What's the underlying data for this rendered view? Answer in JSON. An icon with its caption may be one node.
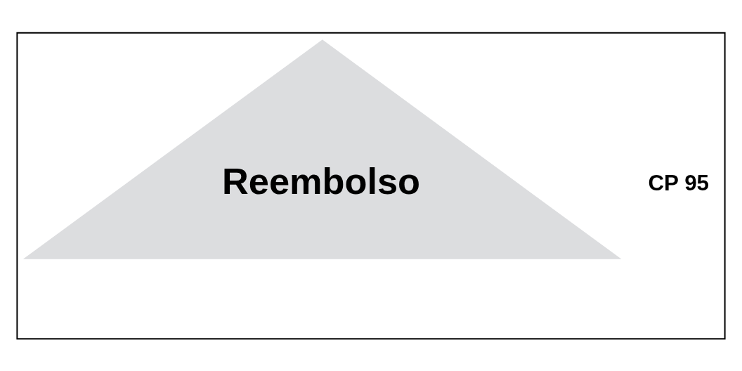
{
  "diagram": {
    "nodes": [
      {
        "text": [],
        "shape": "box"
      },
      {
        "text": [
          "Reembolso"
        ],
        "in": 0
      }
    ],
    "labels": [
      "CP 95"
    ]
  }
}
